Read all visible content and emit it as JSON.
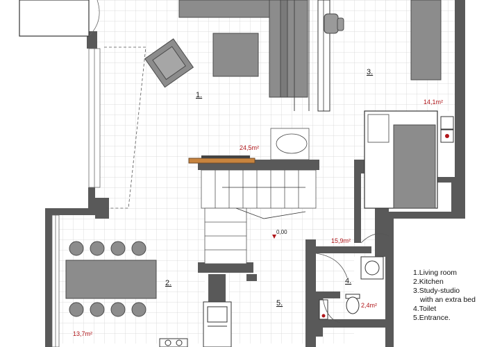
{
  "rooms": {
    "r1": {
      "number": "1.",
      "area": "24,5m²"
    },
    "r2": {
      "number": "2.",
      "area": "13,7m²"
    },
    "r3": {
      "number": "3.",
      "area": "14,1m²"
    },
    "r4": {
      "number": "4.",
      "area": "2,4m²"
    },
    "r5": {
      "number": "5.",
      "area": "15,9m²"
    }
  },
  "level_mark": "0,00",
  "legend": [
    "1.Living room",
    "2.Kitchen",
    "3.Study-studio",
    "with an extra bed",
    "4.Toilet",
    "5.Entrance."
  ],
  "colors": {
    "wall": "#595959",
    "furniture": "#8c8c8c",
    "grid": "#d4d4d4",
    "area_text": "#b0161a",
    "wood": "#c8843e"
  }
}
